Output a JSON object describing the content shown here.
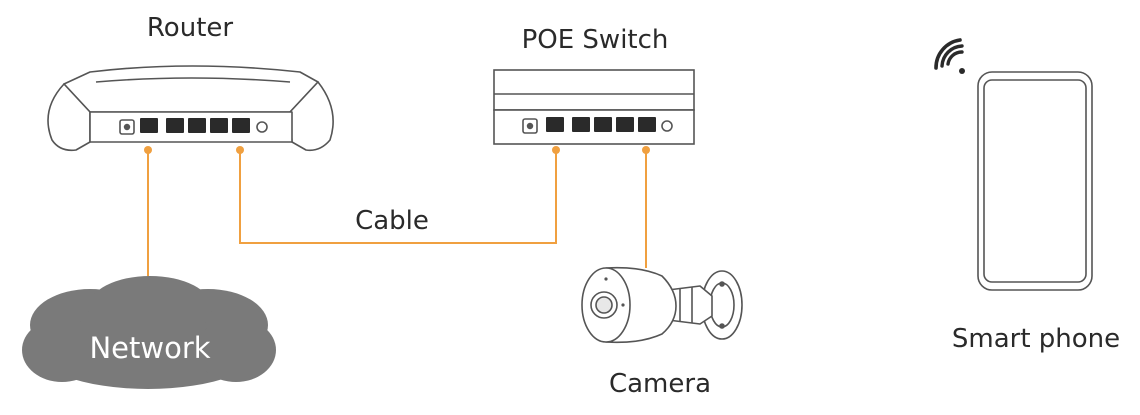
{
  "labels": {
    "router": "Router",
    "poe_switch": "POE Switch",
    "cable": "Cable",
    "network": "Network",
    "camera": "Camera",
    "smart_phone": "Smart phone"
  },
  "colors": {
    "cable": "#f0a040",
    "outline": "#555555",
    "cloud_fill": "#7a7a7a",
    "cloud_text": "#ffffff",
    "text": "#2a2a2a"
  },
  "icons": {
    "router": "router-icon",
    "switch": "poe-switch-icon",
    "cloud": "cloud-icon",
    "camera": "camera-icon",
    "phone": "smartphone-icon",
    "wifi": "wifi-icon"
  }
}
